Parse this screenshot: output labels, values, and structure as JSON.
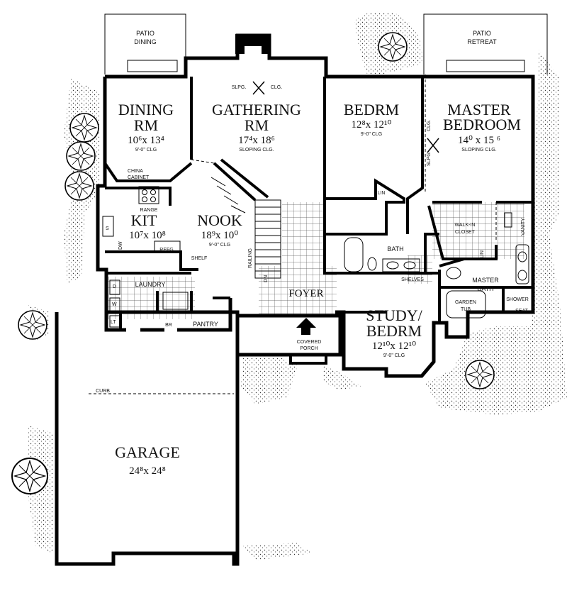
{
  "plan": {
    "rooms": {
      "patio_dining": {
        "line1": "PATIO",
        "line2": "DINING"
      },
      "patio_retreat": {
        "line1": "PATIO",
        "line2": "RETREAT"
      },
      "dining": {
        "line1": "DINING",
        "line2": "RM",
        "size": "10⁶x 13⁴",
        "clg": "9'-0\" CLG"
      },
      "gathering": {
        "line1": "GATHERING",
        "line2": "RM",
        "size": "17⁴x 18⁶",
        "clg": "SLOPING CLG.",
        "slope": "SLPG.",
        "slope_clg": "CLG."
      },
      "bedrm": {
        "line1": "BEDRM",
        "size": "12⁸x 12¹⁰",
        "clg": "9'-0\" CLG"
      },
      "master": {
        "line1": "MASTER",
        "line2": "BEDROOM",
        "size": "14⁰ x 15 ⁶",
        "clg": "SLOPING CLG.",
        "slope": "SLPG.",
        "slope_clg": "CLG."
      },
      "kit": {
        "line1": "KIT",
        "size": "10⁷x 10⁸",
        "range": "RANGE",
        "refg": "REFG",
        "dw": "DW",
        "s": "S",
        "china": "CHINA",
        "cabinet": "CABINET"
      },
      "nook": {
        "line1": "NOOK",
        "size": "18⁹x 10⁰",
        "clg": "9'-0\" CLG",
        "shelf": "SHELF"
      },
      "laundry": {
        "line1": "LAUNDRY",
        "d": "D",
        "w": "W",
        "lt": "LT",
        "br": "BR",
        "pantry": "PANTRY"
      },
      "foyer": {
        "line1": "FOYER",
        "railing": "RAILING",
        "dn": "DN"
      },
      "bath": {
        "line1": "BATH",
        "lin": "LIN",
        "shelves": "SHELVES"
      },
      "closet": {
        "line1": "WALK-IN",
        "line2": "CLOSET",
        "vanity": "VANITY",
        "lin": "LIN"
      },
      "master_bath": {
        "line1": "MASTER",
        "line2": "BATH",
        "garden": "GARDEN",
        "tub": "TUB",
        "shower": "SHOWER",
        "seat": "SEAT"
      },
      "study": {
        "line1": "STUDY/",
        "line2": "BEDRM",
        "size": "12¹⁰x 12¹⁰",
        "clg": "9'-0\" CLG"
      },
      "porch": {
        "line1": "COVERED",
        "line2": "PORCH"
      },
      "garage": {
        "line1": "GARAGE",
        "size": "24⁸x 24⁸",
        "curb": "CURB"
      }
    }
  }
}
